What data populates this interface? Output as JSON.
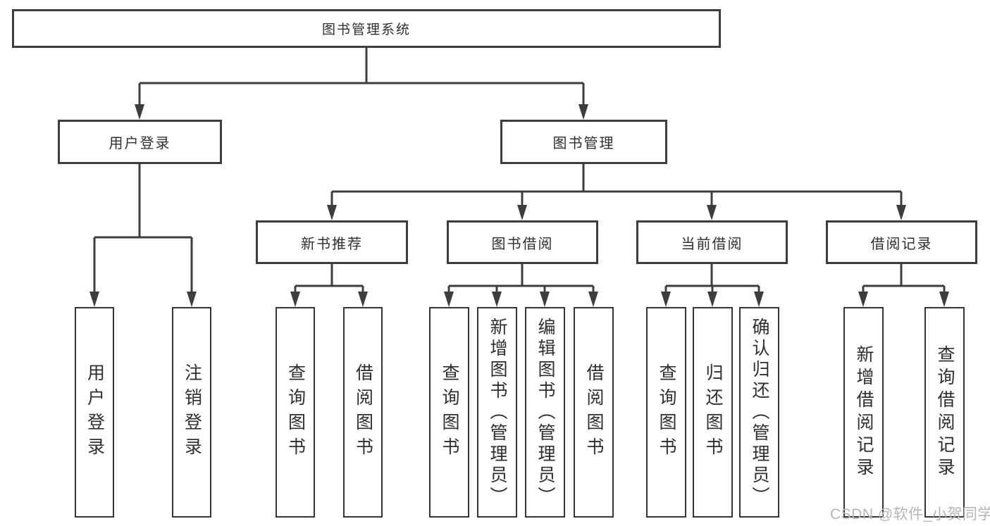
{
  "diagram": {
    "root": {
      "label": "图书管理系统"
    },
    "branches": [
      {
        "label": "用户登录",
        "children": [
          {
            "label": "用户登录"
          },
          {
            "label": "注销登录"
          }
        ]
      },
      {
        "label": "图书管理",
        "children": [
          {
            "label": "新书推荐",
            "children": [
              {
                "label": "查询图书"
              },
              {
                "label": "借阅图书"
              }
            ]
          },
          {
            "label": "图书借阅",
            "children": [
              {
                "label": "查询图书"
              },
              {
                "label": "新增图书（管理员）"
              },
              {
                "label": "编辑图书（管理员）"
              },
              {
                "label": "借阅图书"
              }
            ]
          },
          {
            "label": "当前借阅",
            "children": [
              {
                "label": "查询图书"
              },
              {
                "label": "归还图书"
              },
              {
                "label": "确认归还（管理员）"
              }
            ]
          },
          {
            "label": "借阅记录",
            "children": [
              {
                "label": "新增借阅记录"
              },
              {
                "label": "查询借阅记录"
              }
            ]
          }
        ]
      }
    ],
    "colors": {
      "line": "#3d3d3f",
      "text": "#2e2e30",
      "background": "#ffffff"
    }
  },
  "watermark": {
    "text": "CSDN @软件_小贺同学",
    "color": "#b5b5b8"
  }
}
